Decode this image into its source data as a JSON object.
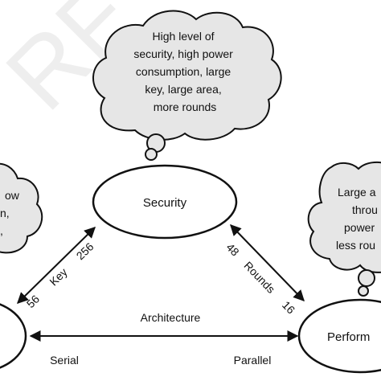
{
  "watermark": "RF",
  "clouds": {
    "top": {
      "lines": [
        "High level of",
        "security, high power",
        "consumption, large",
        "key, large area,",
        "more rounds"
      ]
    },
    "left": {
      "lines": [
        "ow",
        "n,",
        ","
      ]
    },
    "right": {
      "lines": [
        "Large a",
        "throu",
        "power",
        "less rou"
      ]
    }
  },
  "nodes": {
    "security": "Security",
    "performance": "Perform"
  },
  "edges": {
    "key": {
      "min": "56",
      "label": "Key",
      "max": "256"
    },
    "rounds": {
      "min": "48",
      "label": "Rounds",
      "max": "16"
    },
    "architecture": {
      "label": "Architecture",
      "left": "Serial",
      "right": "Parallel"
    }
  },
  "colors": {
    "cloud_fill": "#e6e6e6",
    "stroke": "#111111",
    "watermark": "#eeeeee"
  }
}
